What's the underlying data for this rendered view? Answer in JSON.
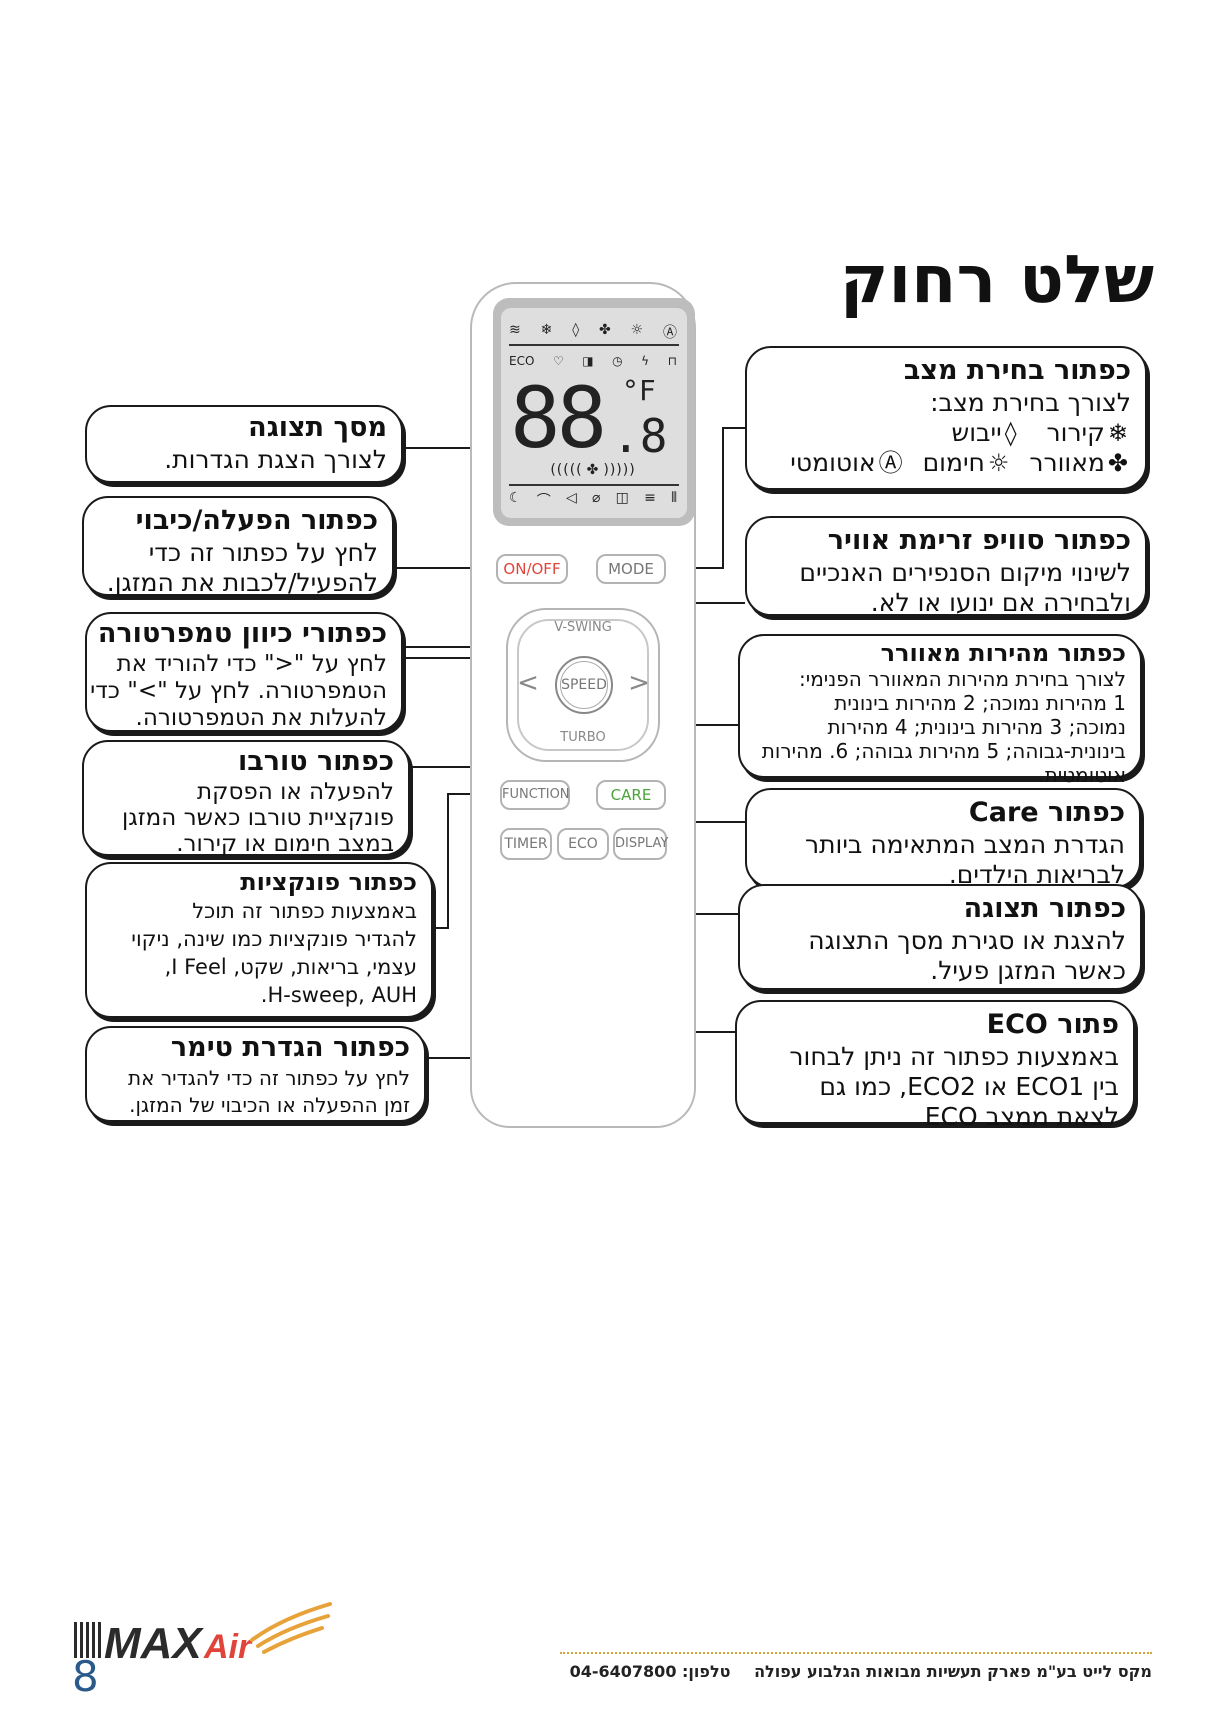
{
  "page": {
    "title": "שלט רחוק",
    "page_number": "8",
    "footer": {
      "company": "מקס לייט בע\"מ פארק תעשיות מבואות הגלבוע עפולה",
      "phone_label": "טלפון:",
      "phone": "04-6407800"
    }
  },
  "logo": {
    "text_a": "MAX",
    "text_b": "Air"
  },
  "callouts": {
    "mode": {
      "title": "כפתור בחירת מצב",
      "line1": "לצורך בחירת מצב:",
      "line2a": "קירור",
      "line2b": "ייבוש",
      "line3a": "מאוורר",
      "line3b": "חימום",
      "line3c": "אוטומטי"
    },
    "display": {
      "title": "מסך תצוגה",
      "body": "לצורך הצגת הגדרות."
    },
    "onoff": {
      "title": "כפתור הפעלה/כיבוי",
      "line1": "לחץ על כפתור זה כדי",
      "line2": "להפעיל/לכבות את המזגן."
    },
    "swing": {
      "title": "כפתור סוויפ זרימת אוויר",
      "line1": "לשינוי מיקום הסנפירים האנכיים",
      "line2": "ולבחירה אם ינועו או לא."
    },
    "temp": {
      "title": "כפתורי כיוון טמפרטורה",
      "line1": "לחץ על \"<\" כדי להוריד את",
      "line2": "הטמפרטורה. לחץ על \">\" כדי",
      "line3": "להעלות את הטמפרטורה."
    },
    "speed": {
      "title": "כפתור מהירות מאוורר",
      "line1": "לצורך בחירת מהירות המאוורר הפנימי:",
      "line2": "1 מהירות נמוכה; 2 מהירות בינונית",
      "line3": "נמוכה; 3 מהירות בינונית; 4 מהירות",
      "line4": "בינונית-גבוהה; 5 מהירות גבוהה; 6. מהירות",
      "line5": "אוטומטית."
    },
    "turbo": {
      "title": "כפתור טורבו",
      "line1": "להפעלה או הפסקת",
      "line2": "פונקציית טורבו כאשר המזגן",
      "line3": "במצב חימום או קירור."
    },
    "care": {
      "title": "כפתור Care",
      "line1": "הגדרת המצב המתאימה ביותר",
      "line2": "לבריאות הילדים."
    },
    "function": {
      "title": "כפתור פונקציות",
      "line1": "באמצעות כפתור זה תוכל",
      "line2": "להגדיר פונקציות כמו שינה, ניקוי",
      "line3": "עצמי, בריאות, שקט, I Feel,",
      "line4": "H-sweep, AUH."
    },
    "displaybtn": {
      "title": "כפתור תצוגה",
      "line1": "להצגת או סגירת מסך התצוגה",
      "line2": "כאשר המזגן פעיל."
    },
    "timer": {
      "title": "כפתור הגדרת טימר",
      "line1": "לחץ על כפתור זה כדי להגדיר את",
      "line2": "זמן ההפעלה או הכיבוי של המזגן."
    },
    "eco": {
      "title": "פתור ECO",
      "line1": "באמצעות כפתור זה ניתן לבחור",
      "line2": "בין ECO1 או ECO2, כמו גם",
      "line3": "לצאת ממצב ECO"
    }
  },
  "remote": {
    "lcd": {
      "digits": "88",
      "decimal": ".8",
      "unit": "°F",
      "eco_label": "ECO"
    },
    "buttons": {
      "onoff": "ON/OFF",
      "mode": "MODE",
      "vswing": "V-SWING",
      "speed": "SPEED",
      "turbo": "TURBO",
      "function": "FUNCTION",
      "care": "CARE",
      "timer": "TIMER",
      "eco": "ECO",
      "display": "DISPLAY",
      "left": "<",
      "right": ">"
    }
  },
  "icons": {
    "cool": "snowflake-icon",
    "dry": "droplet-icon",
    "fan": "fan-icon",
    "heat": "sun-icon",
    "auto": "auto-icon"
  },
  "colors": {
    "onoff": "#e0443a",
    "care": "#4aa43a",
    "accent": "#d8a23c",
    "page_number": "#2a5a8a"
  }
}
